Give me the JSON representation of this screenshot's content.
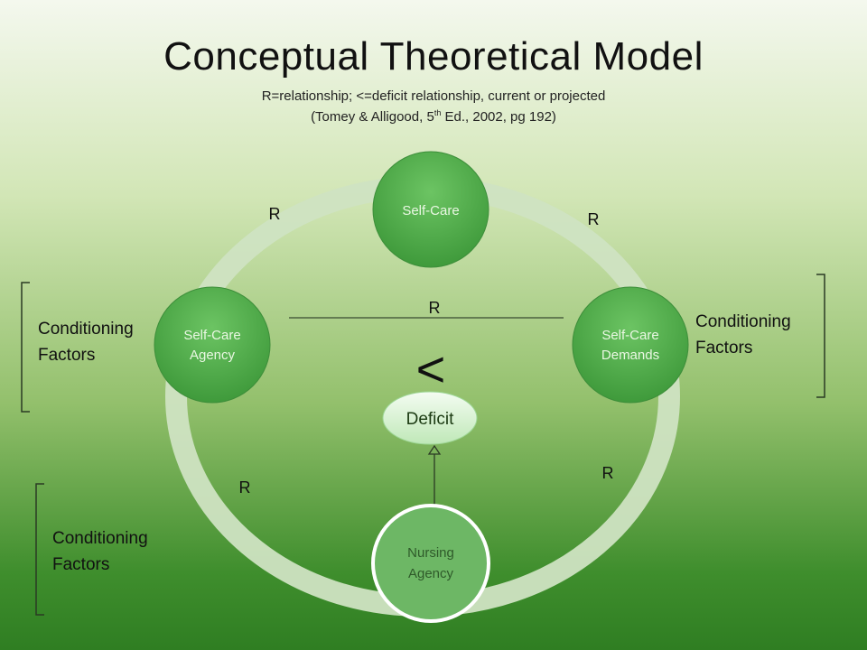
{
  "header": {
    "title": "Conceptual Theoretical Model",
    "subtitle_line1": "R=relationship; <=deficit relationship, current or projected",
    "subtitle_line2_prefix": "(Tomey & Alligood, 5",
    "subtitle_line2_sup": "th",
    "subtitle_line2_suffix": " Ed., 2002, pg 192)"
  },
  "nodes": {
    "self_care": "Self-Care",
    "self_care_agency": [
      "Self-Care",
      "Agency"
    ],
    "self_care_demands": [
      "Self-Care",
      "Demands"
    ],
    "nursing_agency": [
      "Nursing",
      "Agency"
    ],
    "deficit": "Deficit"
  },
  "relationship_label": "R",
  "deficit_symbol": "<",
  "conditioning_factors": {
    "left": [
      "Conditioning",
      "Factors"
    ],
    "right": [
      "Conditioning",
      "Factors"
    ],
    "bottom": [
      "Conditioning",
      "Factors"
    ]
  },
  "colors": {
    "ring": "#cfe3c2",
    "node_fill": "#4fae4a",
    "nursing_fill": "#6db765",
    "deficit_fill": "#dff4dc",
    "bracket": "#2a3a24"
  }
}
